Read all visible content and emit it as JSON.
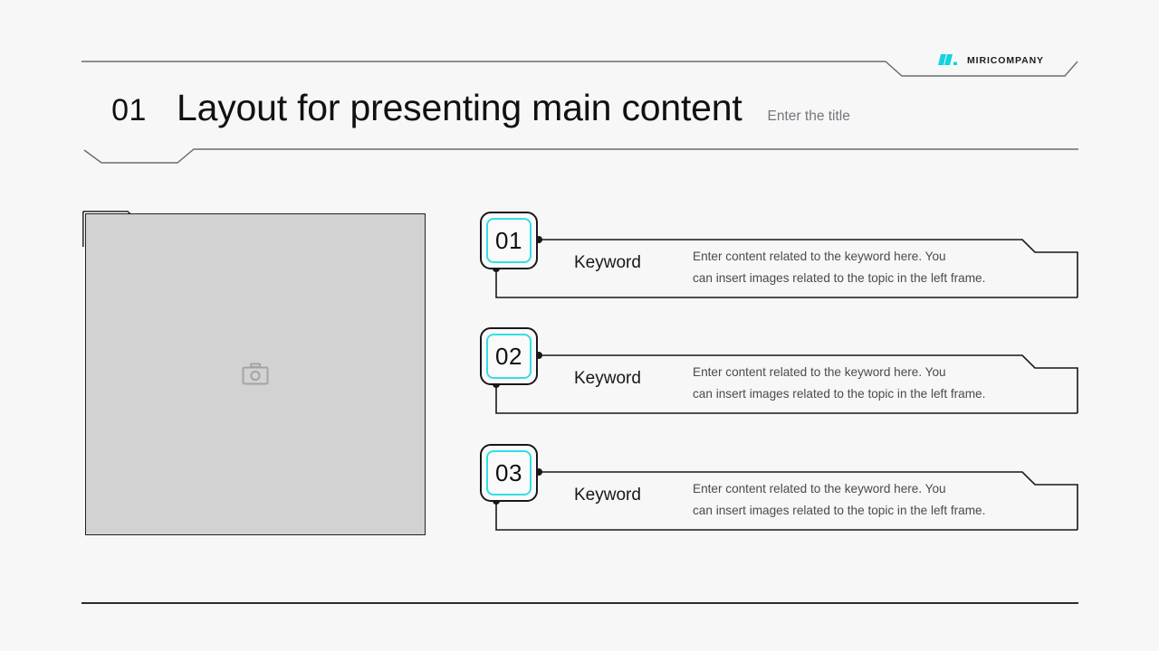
{
  "brand": {
    "name": "MIRICOMPANY",
    "logo_icon": "miricompany-logo-icon",
    "accent_color": "#30dfe6"
  },
  "header": {
    "number": "01",
    "title": "Layout for presenting main content",
    "subtitle": "Enter the title"
  },
  "media": {
    "placeholder_icon": "camera-icon"
  },
  "rows": [
    {
      "number": "01",
      "keyword": "Keyword",
      "body_line1": "Enter content related to the keyword here. You",
      "body_line2": "can insert images related to the topic in the left frame."
    },
    {
      "number": "02",
      "keyword": "Keyword",
      "body_line1": "Enter content related to the keyword here. You",
      "body_line2": "can insert images related to the topic in the left frame."
    },
    {
      "number": "03",
      "keyword": "Keyword",
      "body_line1": "Enter content related to the keyword here. You",
      "body_line2": "can insert images related to the topic in the left frame."
    }
  ]
}
